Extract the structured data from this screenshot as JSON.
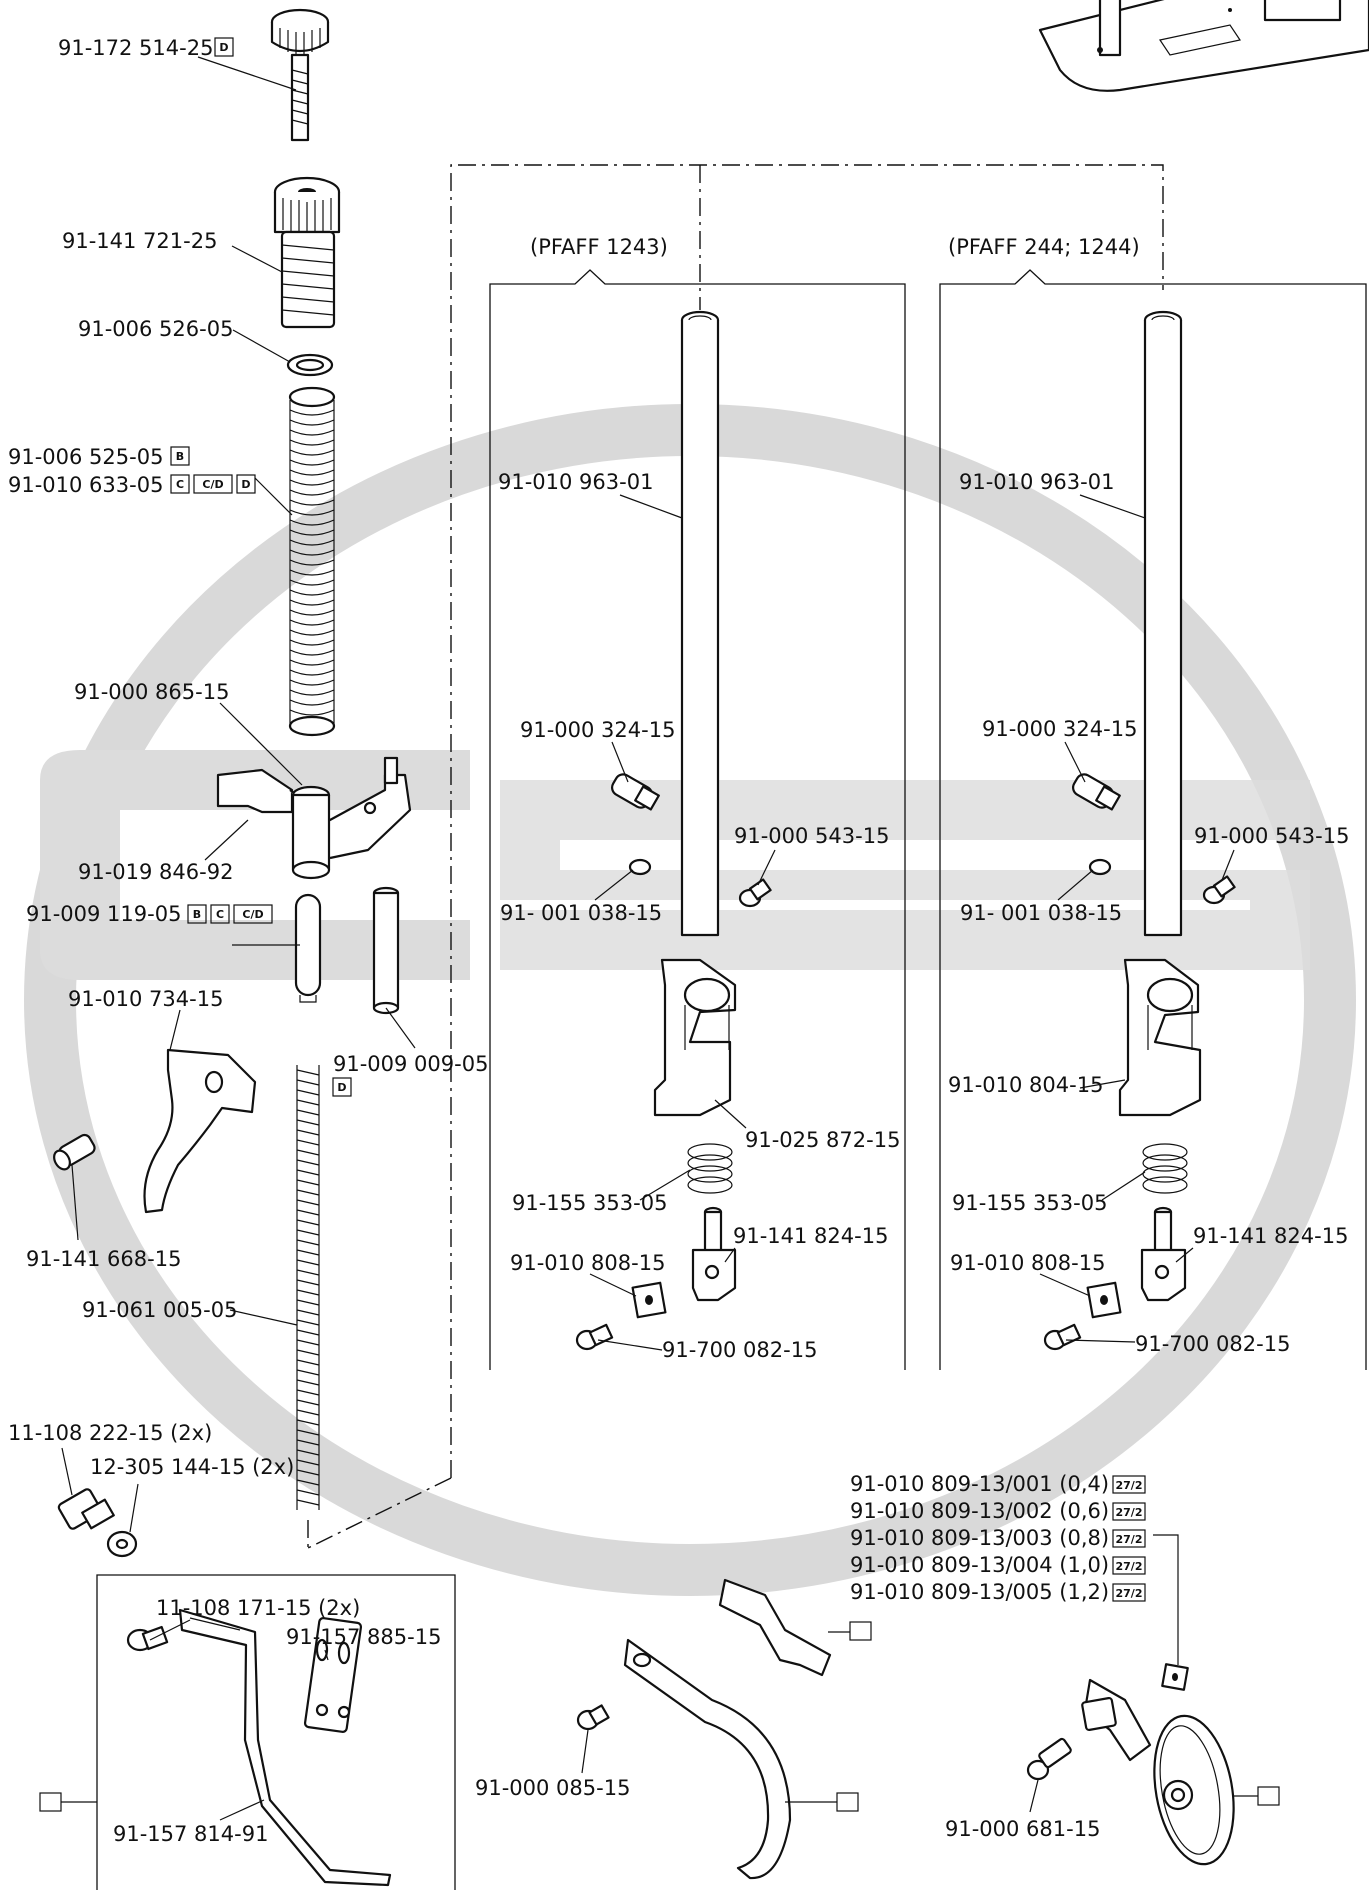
{
  "headings": {
    "left": "(PFAFF 1243)",
    "right": "(PFAFF 244; 1244)"
  },
  "labels": {
    "p01": "91-172 514-25",
    "p02": "91-141 721-25",
    "p03": "91-006 526-05",
    "p04": "91-006 525-05",
    "p05": "91-010 633-05",
    "p06": "91-000 865-15",
    "p07": "91-019 846-92",
    "p08": "91-009 119-05",
    "p09": "91-010 734-15",
    "p10": "91-009 009-05",
    "p11": "91-141 668-15",
    "p12": "91-061 005-05",
    "p13": "11-108 222-15 (2x)",
    "p14": "12-305 144-15 (2x)",
    "p15": "11-108 171-15 (2x)",
    "p16": "91-157 885-15",
    "p17": "91-157 814-91",
    "p18": "91-000 085-15",
    "p19": "91-000 681-15",
    "l_rod": "91-010 963-01",
    "l_screw1": "91-000 324-15",
    "l_screw2": "91-000 543-15",
    "l_screw3": "91- 001 038-15",
    "l_bar": "91-025 872-15",
    "l_spring": "91-155 353-05",
    "l_pin": "91-141 824-15",
    "l_washer": "91-010 808-15",
    "l_screw4": "91-700 082-15",
    "r_rod": "91-010 963-01",
    "r_screw1": "91-000 324-15",
    "r_screw2": "91-000 543-15",
    "r_screw3": "91- 001 038-15",
    "r_bar": "91-010 804-15",
    "r_spring": "91-155 353-05",
    "r_pin": "91-141 824-15",
    "r_washer": "91-010 808-15",
    "r_screw4": "91-700 082-15",
    "w1": "91-010 809-13/001 (0,4)",
    "w2": "91-010 809-13/002 (0,6)",
    "w3": "91-010 809-13/003 (0,8)",
    "w4": "91-010 809-13/004 (1,0)",
    "w5": "91-010 809-13/005 (1,2)"
  },
  "badges": {
    "b": "B",
    "c": "C",
    "cd": "C/D",
    "d": "D",
    "w": "27/2"
  }
}
